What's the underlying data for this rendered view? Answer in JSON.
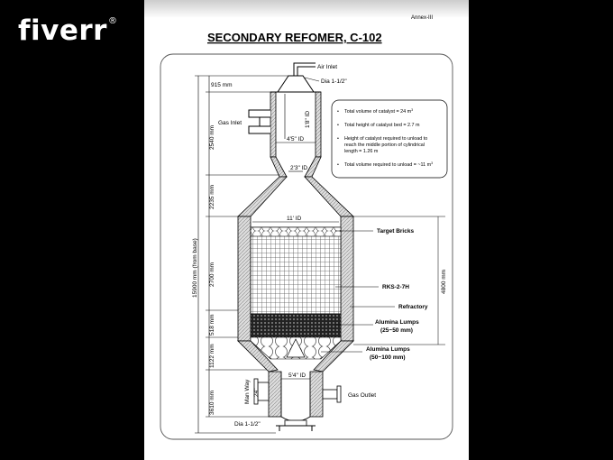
{
  "watermark": {
    "brand": "fiverr",
    "reg_mark": "®"
  },
  "document": {
    "annex": "Annex-III",
    "title": "SECONDARY REFOMER, C-102"
  },
  "top_labels": {
    "air_inlet": "Air Inlet",
    "dia_top": "Dia 1-1/2\"",
    "gas_inlet": "Gas Inlet",
    "id_1_8": "1'8\" ID",
    "id_4_5": "4'5\" ID",
    "id_2_3": "2'3\" ID",
    "id_11": "11' ID",
    "id_5_4": "5'4\" ID"
  },
  "left_dims": {
    "d915": "915 mm",
    "d2540": "2540 mm",
    "d2235": "2235 mm",
    "d2700": "2700 mm",
    "d518": "518 mm",
    "d1122": "1122 mm",
    "d3610": "3610 mm",
    "total": "15900 mm (from base)"
  },
  "right_labels": {
    "target_bricks": "Target Bricks",
    "rks": "RKS-2-7H",
    "refractory": "Refractory",
    "alumina_small": "Alumina Lumps",
    "alumina_small_size": "(25~50 mm)",
    "alumina_large": "Alumina Lumps",
    "alumina_large_size": "(50~100 mm)",
    "d4800": "4800 mm"
  },
  "bottom_labels": {
    "man_way": "Man Way",
    "man_way_size": "24\"",
    "gas_outlet": "Gas Outlet",
    "dia_bottom": "Dia 1-1/2\""
  },
  "notes": [
    {
      "text": "Total volume of catalyst = 24 m",
      "sup": "3"
    },
    {
      "text": "Total height of catalyst bed = 2.7 m",
      "sup": ""
    },
    {
      "lines": [
        "Height of catalyst required to unload to",
        "reach the middle portion of cylindrical",
        "length = 1.26 m"
      ]
    },
    {
      "text": "Total volume required to unload = ~11 m",
      "sup": "3"
    }
  ]
}
